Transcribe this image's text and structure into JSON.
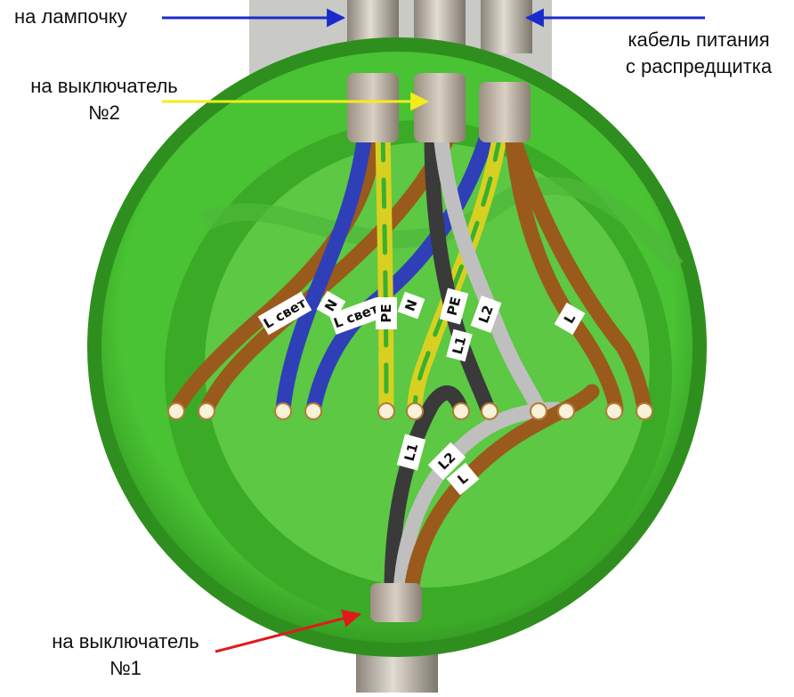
{
  "annotations": {
    "lamp": "на лампочку",
    "power_cable_line1": "кабель питания",
    "power_cable_line2": "с распредщитка",
    "switch2_line1": "на выключатель",
    "switch2_line2": "№2",
    "switch1_line1": "на выключатель",
    "switch1_line2": "№1"
  },
  "wire_labels": {
    "l_svet_1": "L свет",
    "n_1": "N",
    "l_svet_2": "L свет",
    "pe_1": "PE",
    "n_2": "N",
    "pe_2": "PE",
    "l2_top": "L2",
    "l1_top": "L1",
    "l_right": "L",
    "l1_bottom": "L1",
    "l2_bottom": "L2",
    "l_bottom": "L"
  },
  "colors": {
    "box_green_dark": "#2f8f1e",
    "box_green": "#3fb52a",
    "box_floor": "#5cc843",
    "brown_wire": "#9a5a1c",
    "blue_wire": "#2f3fb8",
    "yellow_green_wire": "#d8d020",
    "grey_wire": "#bfbfbf",
    "black_wire": "#3a3a3a",
    "arrow_blue": "#1a2bcc",
    "arrow_yellow": "#f4ec1c",
    "arrow_red": "#e01a1a"
  }
}
